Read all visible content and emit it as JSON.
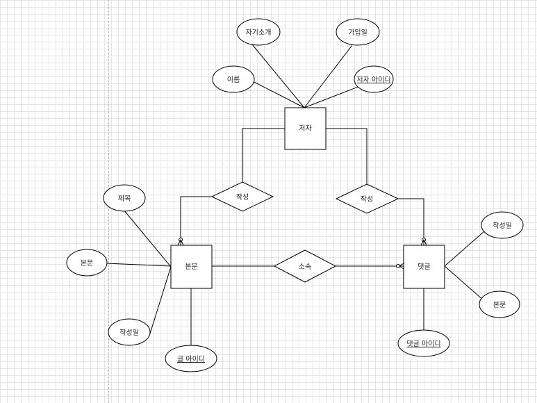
{
  "entities": {
    "author": "저자",
    "post": "본문",
    "comment": "댓글"
  },
  "relationships": {
    "author_post": "작성",
    "author_comment": "작성",
    "post_comment": "소속"
  },
  "attributes": {
    "author_intro": "자기소개",
    "author_joined": "가입일",
    "author_name": "이름",
    "author_id": "저자 아이디",
    "post_title": "제목",
    "post_body": "본문",
    "post_date": "작성일",
    "post_id": "글 아이디",
    "comment_date": "작성일",
    "comment_body": "본문",
    "comment_id": "댓글 아이디"
  }
}
